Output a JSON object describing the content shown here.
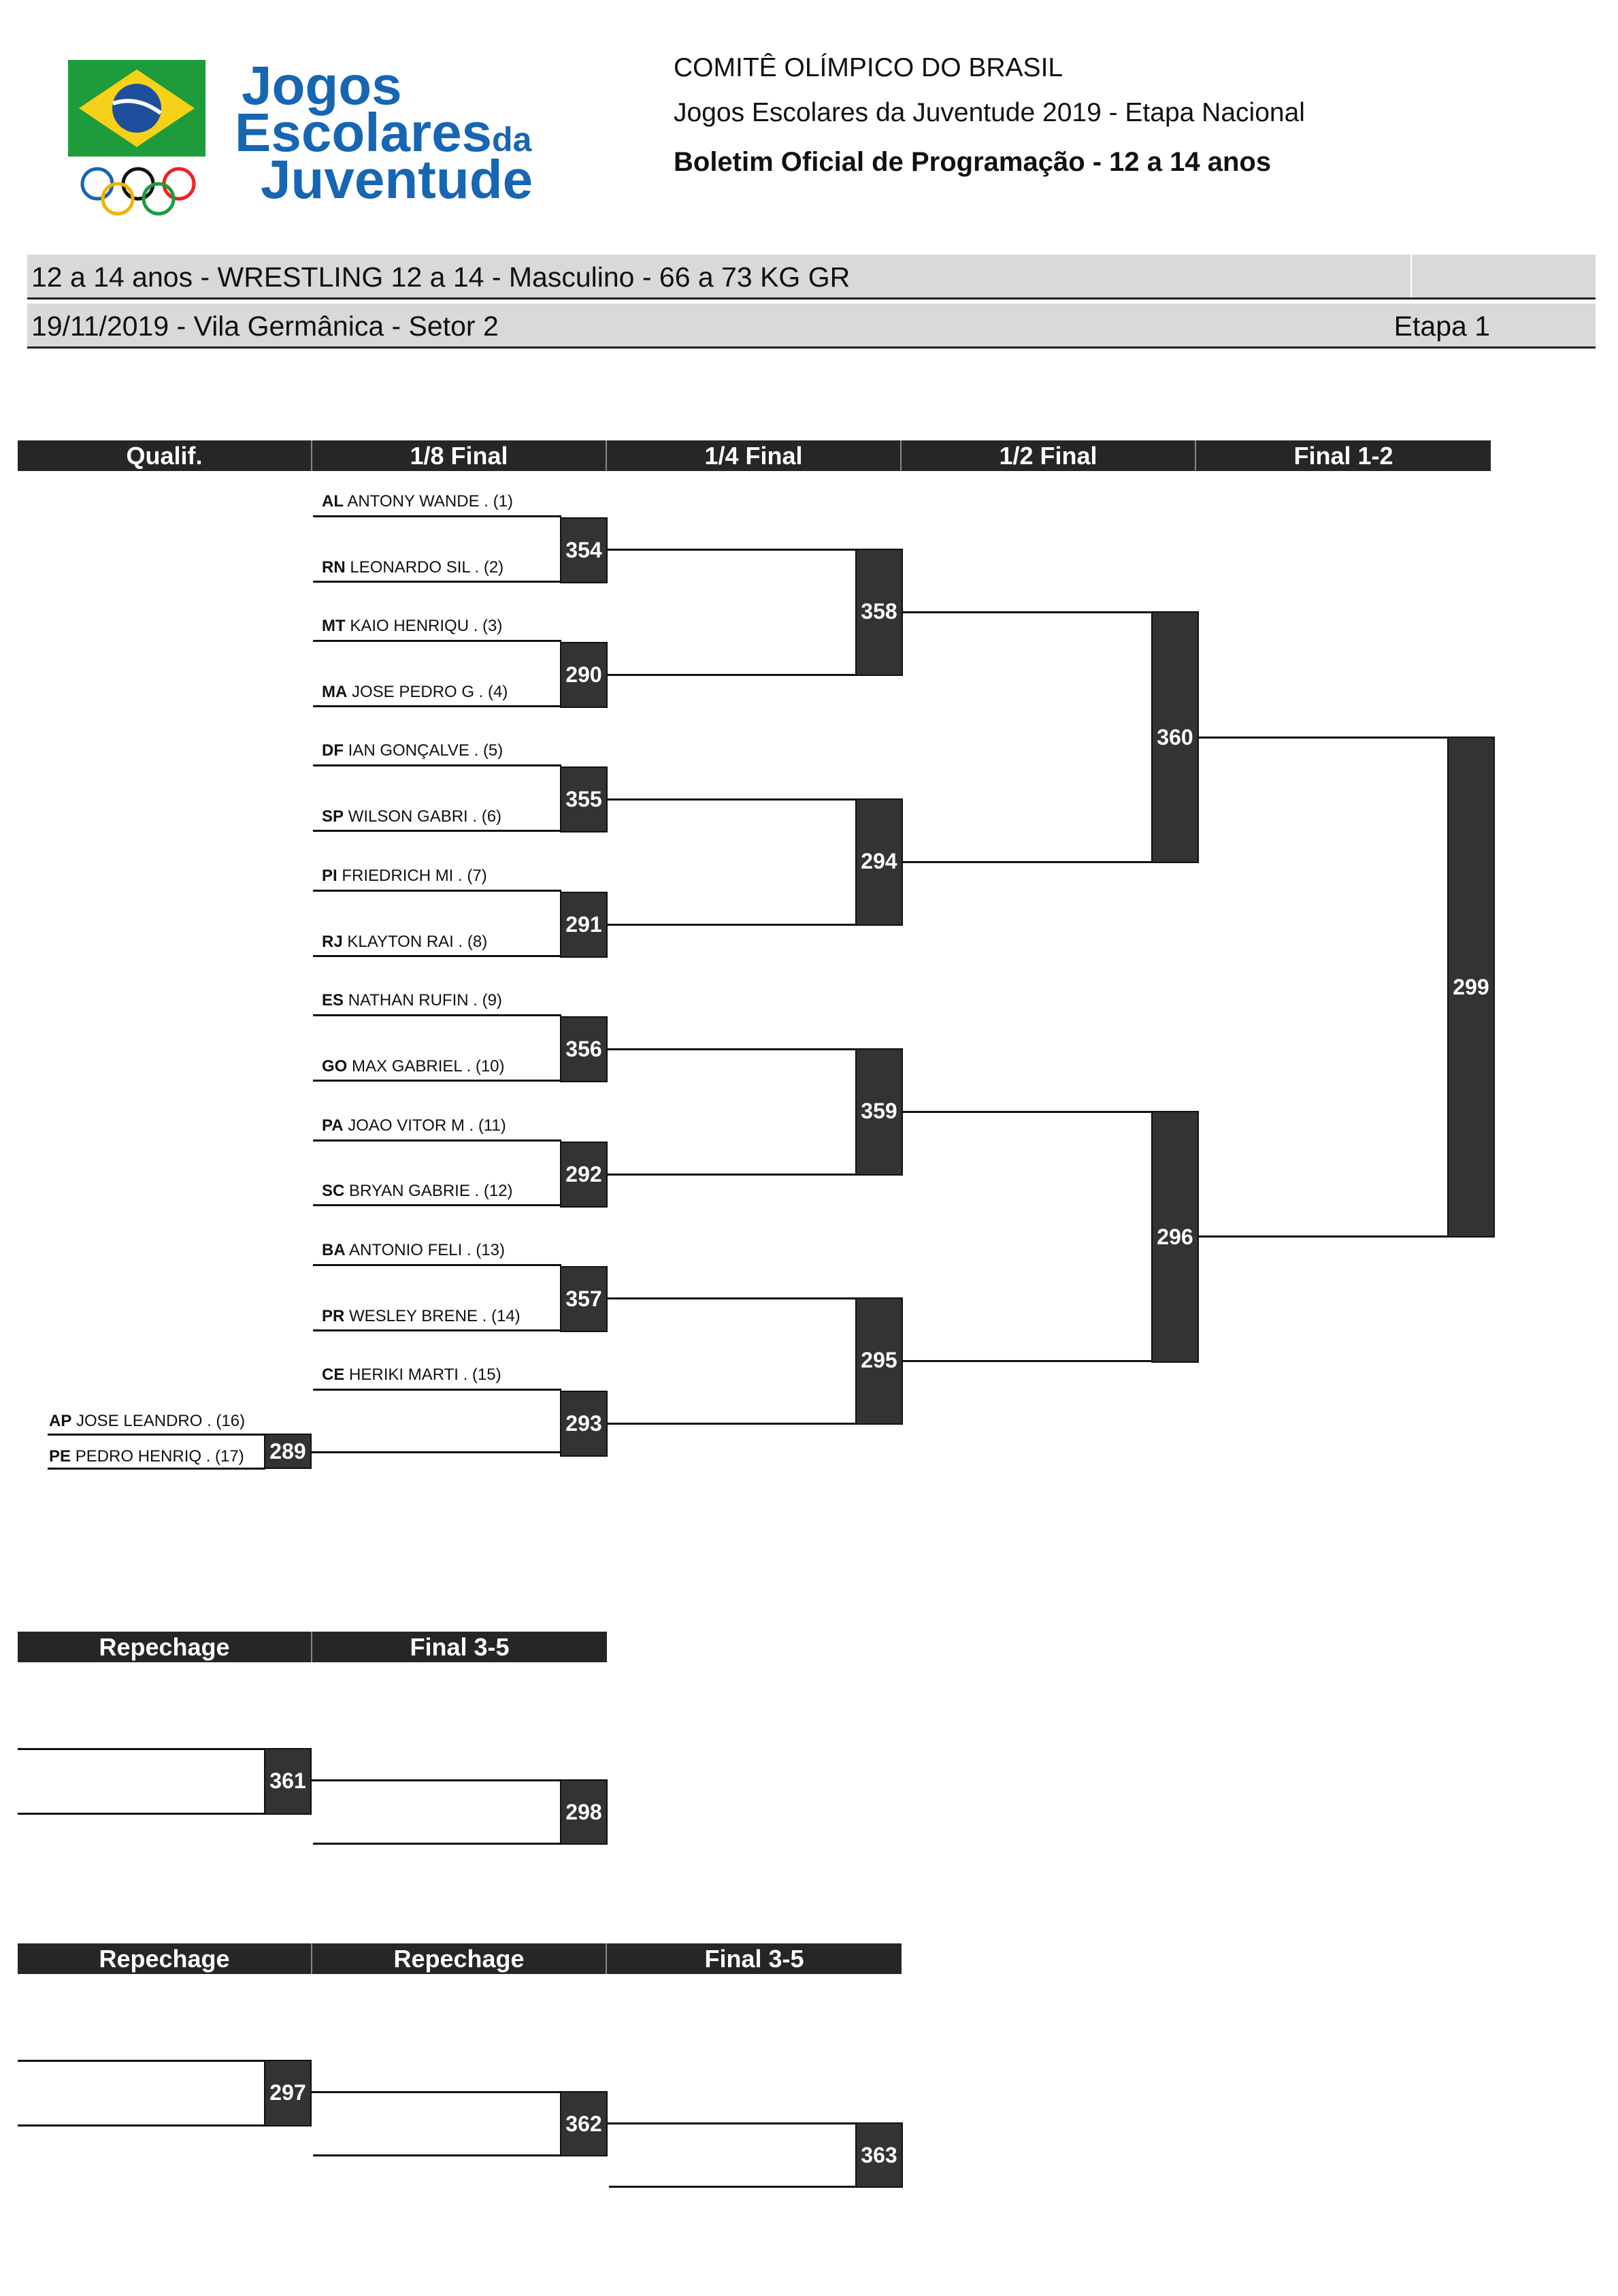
{
  "header": {
    "org": "COMITÊ OLÍMPICO DO BRASIL",
    "event_title": "Jogos Escolares da Juventude 2019 - Etapa Nacional",
    "bulletin": "Boletim Oficial de Programação - 12 a 14 anos",
    "logo": {
      "line1": "Jogos",
      "line2": "Escolares",
      "line2_small": "da",
      "line3": "Juventude",
      "flag_icon": "brazil-flag-icon",
      "rings_icon": "olympic-rings-icon"
    }
  },
  "event": {
    "category": "12 a 14 anos - WRESTLING 12 a 14 - Masculino - 66 a 73 KG GR",
    "date_venue": "19/11/2019 - Vila Germânica - Setor 2",
    "stage": "Etapa 1"
  },
  "rounds": {
    "main": [
      "Qualif.",
      "1/8 Final",
      "1/4 Final",
      "1/2 Final",
      "Final 1-2"
    ],
    "repechage1": [
      "Repechage",
      "Final 3-5"
    ],
    "repechage2": [
      "Repechage",
      "Repechage",
      "Final 3-5"
    ]
  },
  "athletes": [
    {
      "uf": "AL",
      "name": "ANTONY WANDE . (1)"
    },
    {
      "uf": "RN",
      "name": "LEONARDO SIL . (2)"
    },
    {
      "uf": "MT",
      "name": "KAIO HENRIQU . (3)"
    },
    {
      "uf": "MA",
      "name": "JOSE PEDRO G . (4)"
    },
    {
      "uf": "DF",
      "name": "IAN GONÇALVE . (5)"
    },
    {
      "uf": "SP",
      "name": "WILSON GABRI . (6)"
    },
    {
      "uf": "PI",
      "name": "FRIEDRICH MI . (7)"
    },
    {
      "uf": "RJ",
      "name": "KLAYTON RAI . (8)"
    },
    {
      "uf": "ES",
      "name": "NATHAN RUFIN . (9)"
    },
    {
      "uf": "GO",
      "name": "MAX GABRIEL . (10)"
    },
    {
      "uf": "PA",
      "name": "JOAO VITOR M . (11)"
    },
    {
      "uf": "SC",
      "name": "BRYAN GABRIE . (12)"
    },
    {
      "uf": "BA",
      "name": "ANTONIO FELI . (13)"
    },
    {
      "uf": "PR",
      "name": "WESLEY BRENE . (14)"
    },
    {
      "uf": "CE",
      "name": "HERIKI MARTI . (15)"
    },
    {
      "uf": "AP",
      "name": "JOSE LEANDRO . (16)"
    },
    {
      "uf": "PE",
      "name": "PEDRO HENRIQ . (17)"
    }
  ],
  "matches": {
    "qualif": [
      "289"
    ],
    "r16": [
      "354",
      "290",
      "355",
      "291",
      "356",
      "292",
      "357",
      "293"
    ],
    "qf": [
      "358",
      "294",
      "359",
      "295"
    ],
    "sf": [
      "360",
      "296"
    ],
    "final": [
      "299"
    ],
    "repechage1": [
      "361",
      "298"
    ],
    "repechage2": [
      "297",
      "362",
      "363"
    ]
  }
}
